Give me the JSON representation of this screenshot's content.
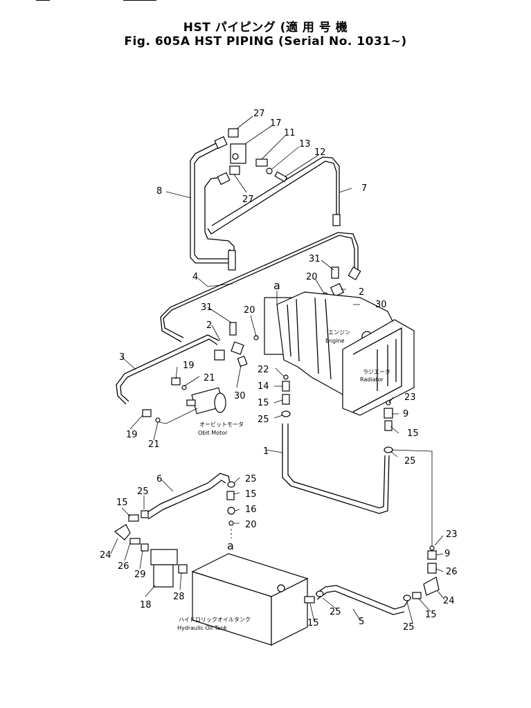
{
  "header": {
    "title_jp": "HST パイピング (適 用 号 機",
    "title_en": "Fig. 605A HST PIPING (Serial No. 1031~)"
  },
  "components": {
    "engine_jp": "エンジン",
    "engine_en": "Engine",
    "radiator_jp": "ラジエータ",
    "radiator_en": "Radiator",
    "motor_jp": "オービットモータ",
    "motor_en": "Obit Motor",
    "tank_jp": "ハイドロリックオイルタンク",
    "tank_en": "Hydraulic Oil Tank"
  },
  "connector_labels": [
    "a",
    "a"
  ],
  "callouts": [
    "27",
    "17",
    "11",
    "13",
    "12",
    "8",
    "7",
    "27",
    "31",
    "20",
    "2",
    "30",
    "4",
    "31",
    "20",
    "2",
    "3",
    "19",
    "21",
    "30",
    "22",
    "14",
    "15",
    "25",
    "23",
    "9",
    "15",
    "19",
    "21",
    "1",
    "25",
    "6",
    "25",
    "15",
    "16",
    "20",
    "15",
    "25",
    "24",
    "26",
    "29",
    "18",
    "28",
    "23",
    "9",
    "26",
    "24",
    "15",
    "25",
    "5",
    "25",
    "15"
  ]
}
